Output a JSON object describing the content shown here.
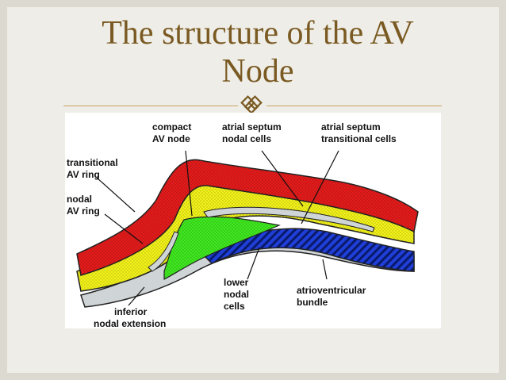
{
  "slide": {
    "title_line1": "The structure of the AV",
    "title_line2": "Node",
    "ornament_icon": "interlocking-squares-icon"
  },
  "diagram": {
    "labels": {
      "compact_av_node": [
        "compact",
        "AV node"
      ],
      "atrial_septum_nodal": [
        "atrial septum",
        "nodal cells"
      ],
      "atrial_septum_transitional": [
        "atrial septum",
        "transitional cells"
      ],
      "transitional_av_ring": [
        "transitional",
        "AV ring"
      ],
      "nodal_av_ring": [
        "nodal",
        "AV ring"
      ],
      "lower_nodal_cells": [
        "lower",
        "nodal",
        "cells"
      ],
      "atrioventricular_bundle": [
        "atrioventricular",
        "bundle"
      ],
      "inferior_nodal_extension": [
        "inferior",
        "nodal extension"
      ]
    },
    "colors": {
      "red_layer": "#e41b1b",
      "yellow_layer": "#f2f21a",
      "green_node": "#3fe81f",
      "blue_bundle": "#1f3fd8",
      "grey_tissue": "#cfd4d6"
    }
  }
}
